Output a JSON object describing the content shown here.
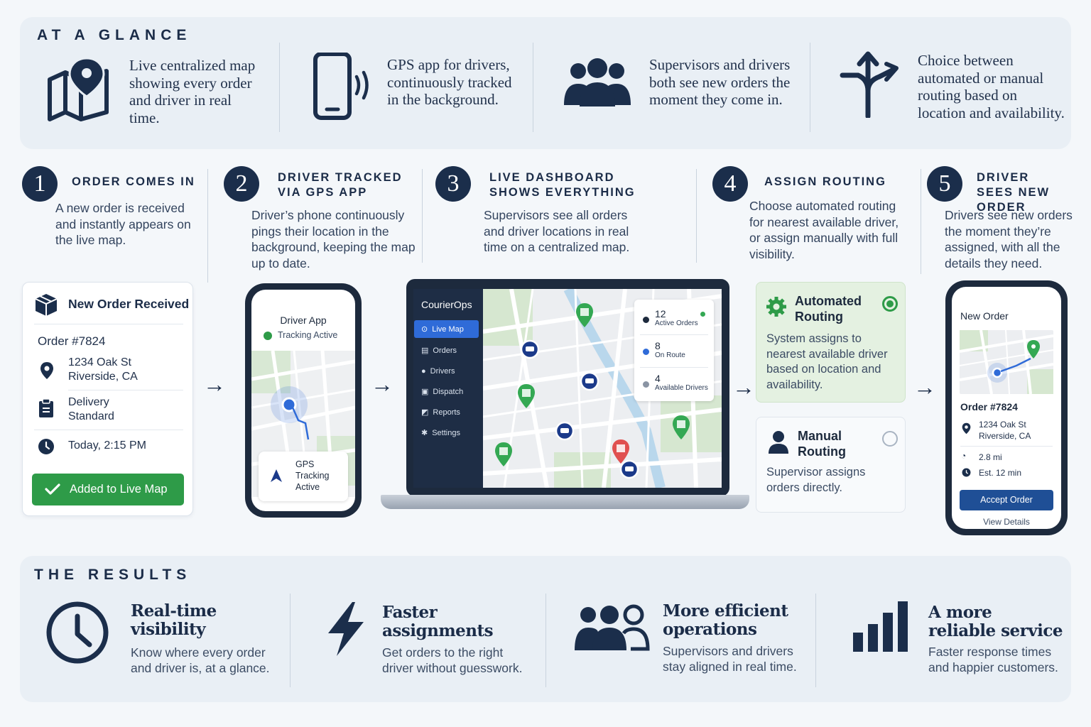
{
  "glance": {
    "heading": "AT A GLANCE",
    "items": [
      {
        "icon": "map-pin-icon",
        "text": "Live centralized map showing every order and driver in real time."
      },
      {
        "icon": "smartphone-signal-icon",
        "text": "GPS app for drivers, continuously tracked in the background."
      },
      {
        "icon": "users-group-icon",
        "text": "Supervisors and drivers both see new orders the moment they come in."
      },
      {
        "icon": "split-arrows-icon",
        "text": "Choice between automated or manual routing based on location and availability."
      }
    ]
  },
  "steps": [
    {
      "number": "1",
      "title": "ORDER COMES IN",
      "desc": "A new order is received and instantly appears on the live map."
    },
    {
      "number": "2",
      "title": "DRIVER TRACKED VIA GPS APP",
      "desc": "Driver’s phone continuously pings their location in the background, keeping the map up to date."
    },
    {
      "number": "3",
      "title": "LIVE DASHBOARD SHOWS EVERYTHING",
      "desc": "Supervisors see all orders and driver locations in real time on a centralized map."
    },
    {
      "number": "4",
      "title": "ASSIGN ROUTING",
      "desc": "Choose automated routing for nearest available driver, or assign manually with full visibility."
    },
    {
      "number": "5",
      "title": "DRIVER SEES NEW ORDER",
      "desc": "Drivers see new orders the moment they’re assigned, with all the details they need."
    }
  ],
  "order_card": {
    "title": "New Order Received",
    "order_no": "Order #7824",
    "address_line1": "1234 Oak St",
    "address_line2": "Riverside, CA",
    "delivery_label": "Delivery",
    "delivery_type": "Standard",
    "time": "Today, 2:15 PM",
    "button": "Added to Live Map"
  },
  "driver_app": {
    "title": "Driver App",
    "status": "Tracking Active",
    "gps_line1": "GPS",
    "gps_line2": "Tracking",
    "gps_line3": "Active"
  },
  "dashboard": {
    "brand": "CourierOps",
    "nav": [
      "Live Map",
      "Orders",
      "Drivers",
      "Dispatch",
      "Reports",
      "Settings"
    ],
    "stats": [
      {
        "value": "12",
        "label": "Active Orders",
        "color": "#1d2a3d"
      },
      {
        "value": "8",
        "label": "On Route",
        "color": "#2f6bd8"
      },
      {
        "value": "4",
        "label": "Available Drivers",
        "color": "#8a94a3"
      }
    ]
  },
  "routing": {
    "auto_title": "Automated Routing",
    "auto_desc": "System assigns to nearest available driver based on location and availability.",
    "manual_title": "Manual Routing",
    "manual_desc": "Supervisor assigns orders directly."
  },
  "driver_order": {
    "title": "New Order",
    "order_no": "Order #7824",
    "address_line1": "1234 Oak St",
    "address_line2": "Riverside, CA",
    "distance": "2.8 mi",
    "eta": "Est. 12 min",
    "accept": "Accept Order",
    "details": "View Details"
  },
  "results": {
    "heading": "THE RESULTS",
    "items": [
      {
        "icon": "clock-icon",
        "title_line1": "Real-time",
        "title_line2": "visibility",
        "desc": "Know where every order and driver is, at a glance."
      },
      {
        "icon": "lightning-bolt-icon",
        "title_line1": "Faster",
        "title_line2": "assignments",
        "desc": "Get orders to the right driver without guesswork."
      },
      {
        "icon": "team-icon",
        "title_line1": "More efficient",
        "title_line2": "operations",
        "desc": "Supervisors and drivers stay aligned in real time."
      },
      {
        "icon": "bar-chart-icon",
        "title_line1": "A more",
        "title_line2": "reliable service",
        "desc": "Faster response times and happier customers."
      }
    ]
  },
  "colors": {
    "navy": "#1b2e4b",
    "green": "#2e9b48",
    "blue": "#2f6bd8",
    "red": "#e05050"
  }
}
